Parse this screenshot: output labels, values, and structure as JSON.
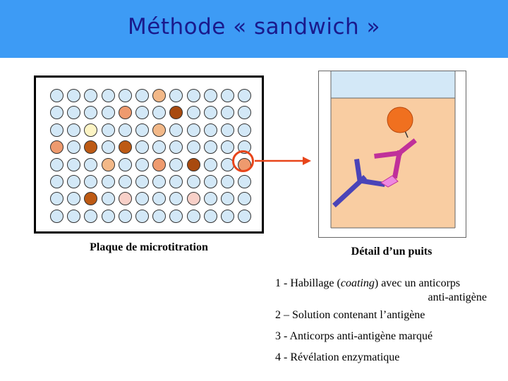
{
  "title": "Méthode « sandwich »",
  "plate": {
    "caption": "Plaque de microtitration",
    "rows": 8,
    "cols": 12,
    "default_color": "#d3e8f7",
    "colored_wells": [
      {
        "row": 0,
        "col": 6,
        "color": "#f2b888"
      },
      {
        "row": 1,
        "col": 4,
        "color": "#ee9a6e"
      },
      {
        "row": 1,
        "col": 7,
        "color": "#a84a0f"
      },
      {
        "row": 2,
        "col": 2,
        "color": "#fdf4c4"
      },
      {
        "row": 2,
        "col": 6,
        "color": "#f2b888"
      },
      {
        "row": 3,
        "col": 0,
        "color": "#ee9a6e"
      },
      {
        "row": 3,
        "col": 2,
        "color": "#bd5a14"
      },
      {
        "row": 3,
        "col": 4,
        "color": "#bd5a14"
      },
      {
        "row": 4,
        "col": 3,
        "color": "#f2b888"
      },
      {
        "row": 4,
        "col": 6,
        "color": "#ee9a6e"
      },
      {
        "row": 4,
        "col": 8,
        "color": "#a84a0f"
      },
      {
        "row": 4,
        "col": 11,
        "color": "#ee9a6e"
      },
      {
        "row": 6,
        "col": 2,
        "color": "#bd5a14"
      },
      {
        "row": 6,
        "col": 4,
        "color": "#f8d0c8"
      },
      {
        "row": 6,
        "col": 8,
        "color": "#f8d0c8"
      }
    ],
    "highlight_color": "#e8451a"
  },
  "detail": {
    "caption": "Détail d’un puits",
    "liquid_color": "#f9cda2",
    "top_color": "#d3e8f7",
    "antigen_color": "#f0701f",
    "capture_antibody_color": "#4a44b8",
    "detection_antibody_color": "#c0309a",
    "enzyme_color": "#ee88e0"
  },
  "steps": {
    "step1_pre": "1 - Habillage (",
    "step1_italic": "coating",
    "step1_post": ") avec un anticorps",
    "step1_cont": "anti-antigène",
    "step2": "2 – Solution contenant l’antigène",
    "step3": "3 - Anticorps anti-antigène marqué",
    "step4": "4 - Révélation enzymatique"
  }
}
